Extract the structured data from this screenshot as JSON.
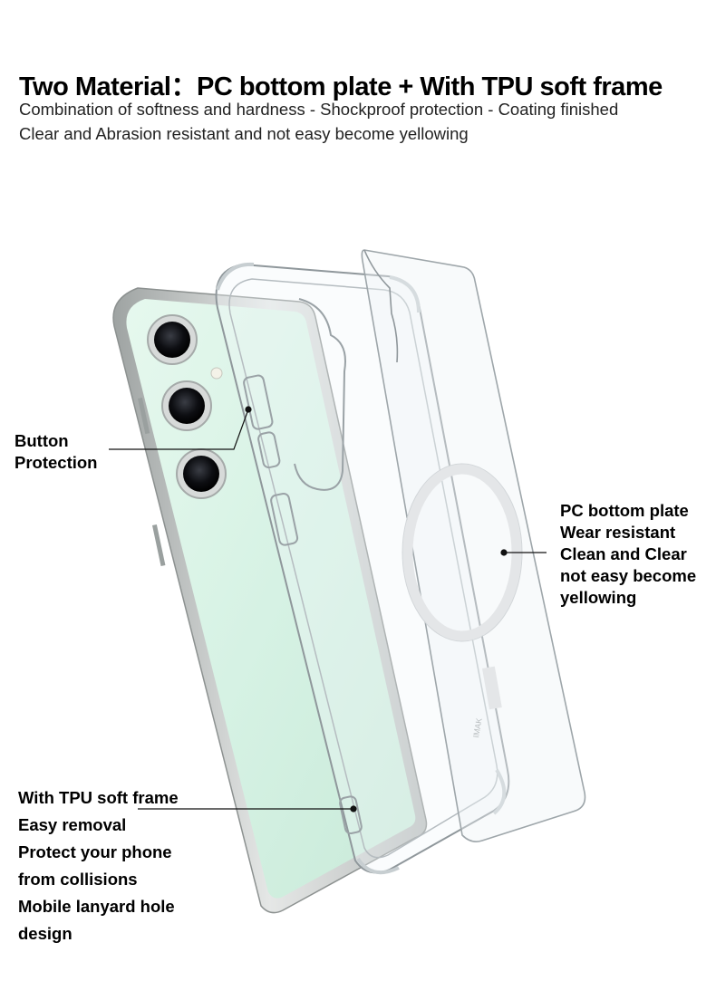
{
  "header": {
    "title": "Two Material：PC bottom plate + With TPU soft frame",
    "subtitle_line1": "Combination of softness and hardness - Shockproof protection - Coating finished",
    "subtitle_line2": "Clear and Abrasion resistant and not easy become yellowing"
  },
  "callouts": {
    "button": [
      "Button",
      "Protection"
    ],
    "pc_plate": [
      "PC bottom plate",
      "Wear resistant",
      "Clean and Clear",
      "not easy become",
      "yellowing"
    ],
    "tpu_frame": [
      "With TPU soft frame",
      "Easy removal",
      "Protect your phone",
      "from collisions",
      "Mobile lanyard hole",
      "design"
    ]
  },
  "colors": {
    "phone_back": "#d9f3e6",
    "phone_frame": "#bfc3c2",
    "case_edge": "#9aa2a6",
    "magsafe_ring": "#e4e6e8"
  }
}
